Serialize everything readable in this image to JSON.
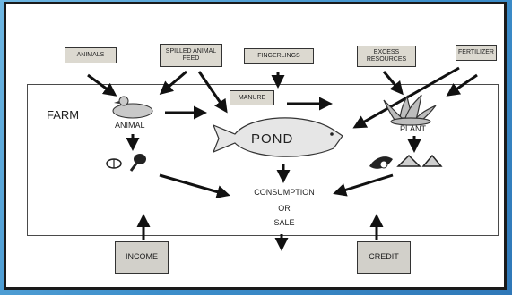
{
  "inputs": {
    "animals": "ANIMALS",
    "spilled_animal_feed": "SPILLED ANIMAL FEED",
    "fingerlings": "FINGERLINGS",
    "excess_resources": "EXCESS RESOURCES",
    "fertilizer": "FERTILIZER"
  },
  "farm_label": "FARM",
  "manure_label": "MANURE",
  "animal_label": "ANIMAL",
  "pond_label": "POND",
  "plant_label": "PLANT",
  "consumption": {
    "line1": "CONSUMPTION",
    "line2": "OR",
    "line3": "SALE"
  },
  "outputs": {
    "income": "INCOME",
    "credit": "CREDIT"
  },
  "colors": {
    "background_blue": "#3d8fcb",
    "label_box": "#dcd9d0",
    "pond_fish": "#e6e6e6",
    "arrow": "#111111"
  }
}
